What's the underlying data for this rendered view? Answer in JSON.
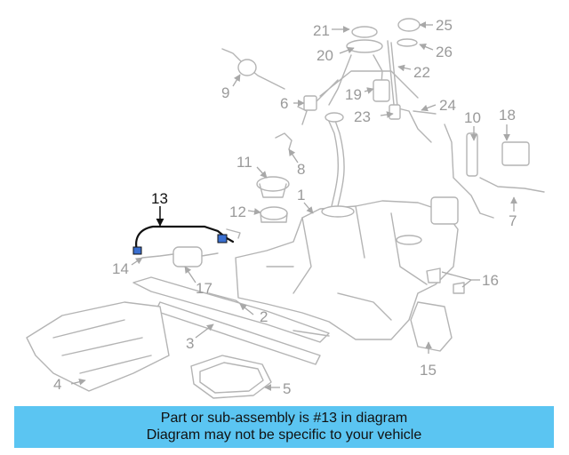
{
  "diagram": {
    "callouts": [
      "1",
      "2",
      "3",
      "4",
      "5",
      "6",
      "7",
      "8",
      "9",
      "10",
      "11",
      "12",
      "13",
      "14",
      "15",
      "16",
      "17",
      "18",
      "19",
      "20",
      "21",
      "22",
      "23",
      "24",
      "25",
      "26"
    ],
    "highlighted_callout": "13",
    "colors": {
      "highlight": "#111111",
      "parts": "#b4b4b4",
      "banner": "#5bc5f2"
    }
  },
  "banner": {
    "line1": "Part or sub-assembly is #13 in diagram",
    "line2": "Diagram may not be specific to your vehicle"
  }
}
